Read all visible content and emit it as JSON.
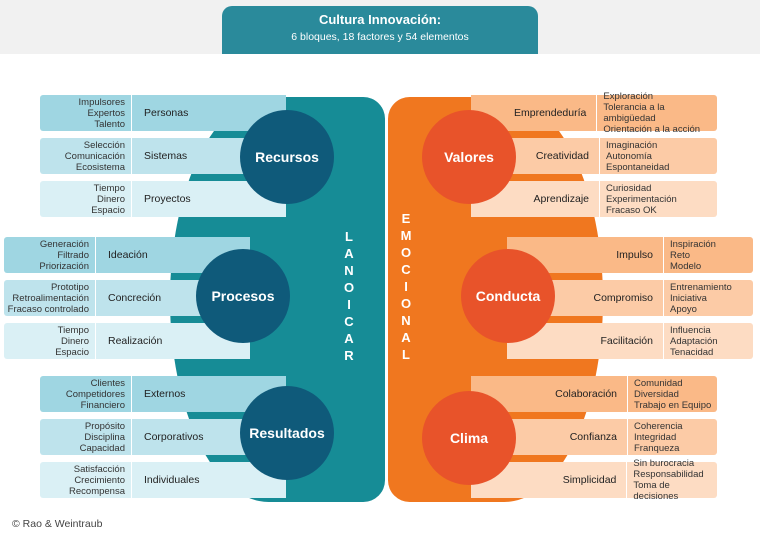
{
  "header": {
    "title": "Cultura Innovación:",
    "subtitle": "6 bloques, 18 factores y 54 elementos"
  },
  "axis": {
    "left": "RACIONAL",
    "right": "EMOCIONAL"
  },
  "left_blocks": [
    {
      "name": "Recursos",
      "factors": [
        {
          "name": "Personas",
          "elements": [
            "Impulsores",
            "Expertos",
            "Talento"
          ]
        },
        {
          "name": "Sistemas",
          "elements": [
            "Selección",
            "Comunicación",
            "Ecosistema"
          ]
        },
        {
          "name": "Proyectos",
          "elements": [
            "Tiempo",
            "Dinero",
            "Espacio"
          ]
        }
      ]
    },
    {
      "name": "Procesos",
      "factors": [
        {
          "name": "Ideación",
          "elements": [
            "Generación",
            "Filtrado",
            "Priorización"
          ]
        },
        {
          "name": "Concreción",
          "elements": [
            "Prototipo",
            "Retroalimentación",
            "Fracaso controlado"
          ]
        },
        {
          "name": "Realización",
          "elements": [
            "Tiempo",
            "Dinero",
            "Espacio"
          ]
        }
      ]
    },
    {
      "name": "Resultados",
      "factors": [
        {
          "name": "Externos",
          "elements": [
            "Clientes",
            "Competidores",
            "Financiero"
          ]
        },
        {
          "name": "Corporativos",
          "elements": [
            "Propósito",
            "Disciplina",
            "Capacidad"
          ]
        },
        {
          "name": "Individuales",
          "elements": [
            "Satisfacción",
            "Crecimiento",
            "Recompensa"
          ]
        }
      ]
    }
  ],
  "right_blocks": [
    {
      "name": "Valores",
      "factors": [
        {
          "name": "Emprendeduría",
          "elements": [
            "Exploración",
            "Tolerancia a la ambigüedad",
            "Orientación a la acción"
          ]
        },
        {
          "name": "Creatividad",
          "elements": [
            "Imaginación",
            "Autonomía",
            "Espontaneidad"
          ]
        },
        {
          "name": "Aprendizaje",
          "elements": [
            "Curiosidad",
            "Experimentación",
            "Fracaso OK"
          ]
        }
      ]
    },
    {
      "name": "Conducta",
      "factors": [
        {
          "name": "Impulso",
          "elements": [
            "Inspiración",
            "Reto",
            "Modelo"
          ]
        },
        {
          "name": "Compromiso",
          "elements": [
            "Entrenamiento",
            "Iniciativa",
            "Apoyo"
          ]
        },
        {
          "name": "Facilitación",
          "elements": [
            "Influencia",
            "Adaptación",
            "Tenacidad"
          ]
        }
      ]
    },
    {
      "name": "Clima",
      "factors": [
        {
          "name": "Colaboración",
          "elements": [
            "Comunidad",
            "Diversidad",
            "Trabajo en Equipo"
          ]
        },
        {
          "name": "Confianza",
          "elements": [
            "Coherencia",
            "Integridad",
            "Franqueza"
          ]
        },
        {
          "name": "Simplicidad",
          "elements": [
            "Sin burocracia",
            "Responsabilidad",
            "Toma de decisiones"
          ]
        }
      ]
    }
  ],
  "footer": {
    "copyright": "© Rao & Weintraub"
  },
  "colors": {
    "teal": "#168c96",
    "navy": "#0f5a7a",
    "orange": "#f0771f",
    "red_orange": "#e8532a"
  }
}
